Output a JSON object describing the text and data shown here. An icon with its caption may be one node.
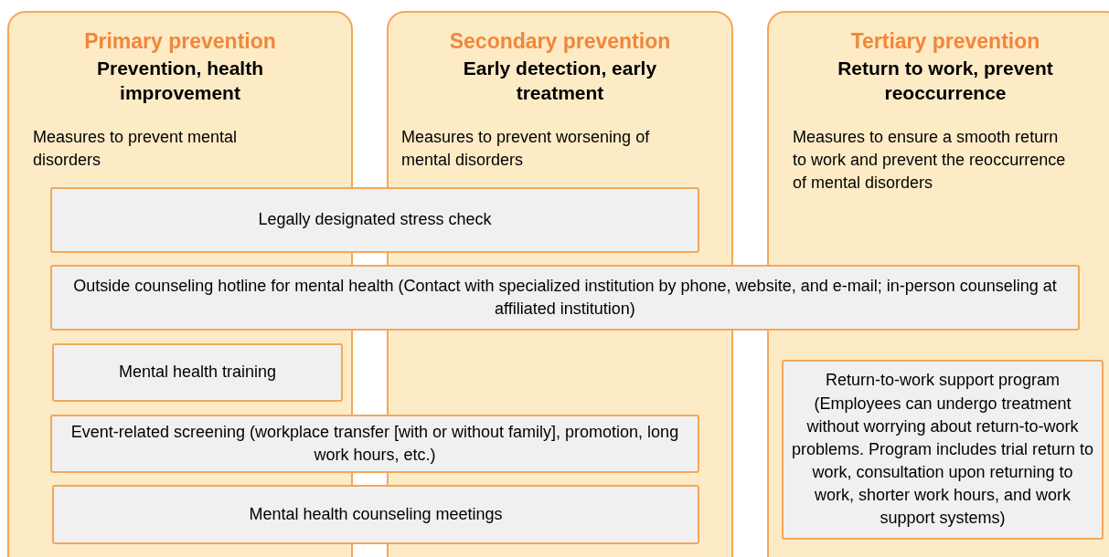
{
  "diagram": {
    "nodes": [
      {
        "text": [
          "Primary prevention",
          "Prevention, health improvement",
          "Measures to prevent mental disorders"
        ]
      },
      {
        "text": [
          "Secondary prevention",
          "Early detection, early treatment",
          "Measures to prevent worsening of mental disorders"
        ]
      },
      {
        "text": [
          "Tertiary prevention",
          "Return to work, prevent reoccurrence",
          "Measures to ensure a smooth return to work and prevent the reoccurrence of mental disorders"
        ]
      },
      {
        "text": [
          "Legally designated stress check"
        ]
      },
      {
        "text": [
          "Outside counseling hotline for mental health (Contact with specialized institution by phone, website, and e-mail; in-person counseling at affiliated institution)"
        ]
      },
      {
        "text": [
          "Mental health training"
        ],
        "in": 0
      },
      {
        "text": [
          "Event-related screening (workplace transfer [with or without family], promotion, long work hours, etc.)"
        ]
      },
      {
        "text": [
          "Mental health counseling meetings"
        ]
      },
      {
        "text": [
          "Return-to-work support program (Employees can undergo treatment without worrying about return-to-work problems. Program includes trial return to work, consultation upon returning to work, shorter work hours, and work support systems)"
        ],
        "in": 2
      }
    ]
  }
}
